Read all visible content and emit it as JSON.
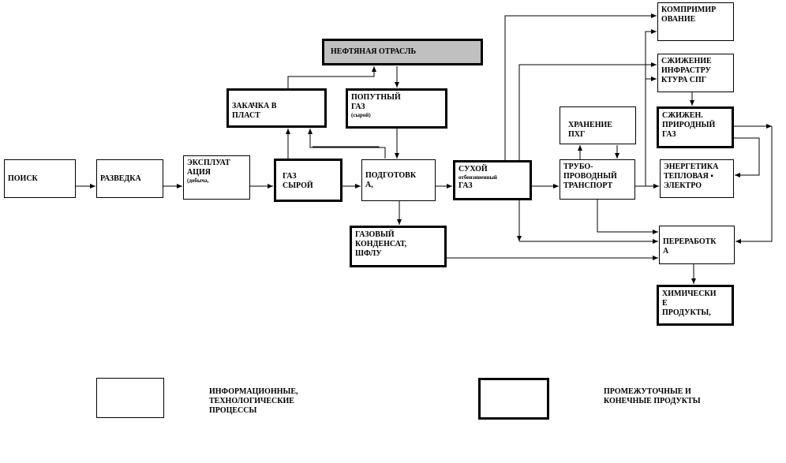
{
  "nodes": {
    "poisk": {
      "lines": [
        "ПОИСК"
      ]
    },
    "razvedka": {
      "lines": [
        "РАЗВЕДКА"
      ]
    },
    "ekspl": {
      "lines": [
        "ЭКСПЛУАТ",
        "АЦИЯ"
      ],
      "sub": "(добыча,"
    },
    "gaz_syroy": {
      "lines": [
        "ГАЗ",
        "СЫРОЙ"
      ]
    },
    "zakachka": {
      "lines": [
        "ЗАКАЧКА В",
        "ПЛАСТ"
      ]
    },
    "neft": {
      "lines": [
        "НЕФТЯНАЯ ОТРАСЛЬ"
      ]
    },
    "poputny": {
      "lines": [
        "ПОПУТНЫЙ",
        "ГАЗ"
      ],
      "sub": "(сырой)"
    },
    "podgotovka": {
      "lines": [
        "ПОДГОТОВК",
        "А,"
      ]
    },
    "kondensat": {
      "lines": [
        "ГАЗОВЫЙ",
        "КОНДЕНСАТ,",
        "ШФЛУ"
      ]
    },
    "sukhoy": {
      "lines": [
        "СУХОЙ"
      ],
      "sub": "отбензиненный",
      "lines2": [
        "ГАЗ"
      ]
    },
    "khranenie": {
      "lines": [
        "ХРАНЕНИЕ",
        "ПХГ"
      ]
    },
    "truboprovod": {
      "lines": [
        "ТРУБО-",
        "ПРОВОДНЫЙ",
        "ТРАНСПОРТ"
      ]
    },
    "kompr": {
      "lines": [
        "КОМПРИМИР",
        "ОВАНИЕ"
      ]
    },
    "szhizh_infra": {
      "lines": [
        "СЖИЖЕНИЕ",
        "ИНФРАСТРУ",
        "КТУРА СПГ"
      ]
    },
    "szhizh_gaz": {
      "lines": [
        "СЖИЖЕН.",
        "ПРИРОДНЫЙ",
        "ГАЗ"
      ]
    },
    "energetika": {
      "lines": [
        "ЭНЕРГЕТИКА",
        "ТЕПЛОВАЯ ▪",
        "ЭЛЕКТРО"
      ]
    },
    "pererabotka": {
      "lines": [
        "ПЕРЕРАБОТК",
        "А"
      ]
    },
    "khim": {
      "lines": [
        "ХИМИЧЕСКИ",
        "Е",
        "ПРОДУКТЫ,"
      ]
    }
  },
  "legend": {
    "process": {
      "lines": [
        "ИНФОРМАЦИОННЫЕ,",
        "ТЕХНОЛОГИЧЕСКИЕ",
        "ПРОЦЕССЫ"
      ]
    },
    "product": {
      "lines": [
        "ПРОМЕЖУТОЧНЫЕ И",
        "КОНЕЧНЫЕ ПРОДУКТЫ"
      ]
    }
  }
}
